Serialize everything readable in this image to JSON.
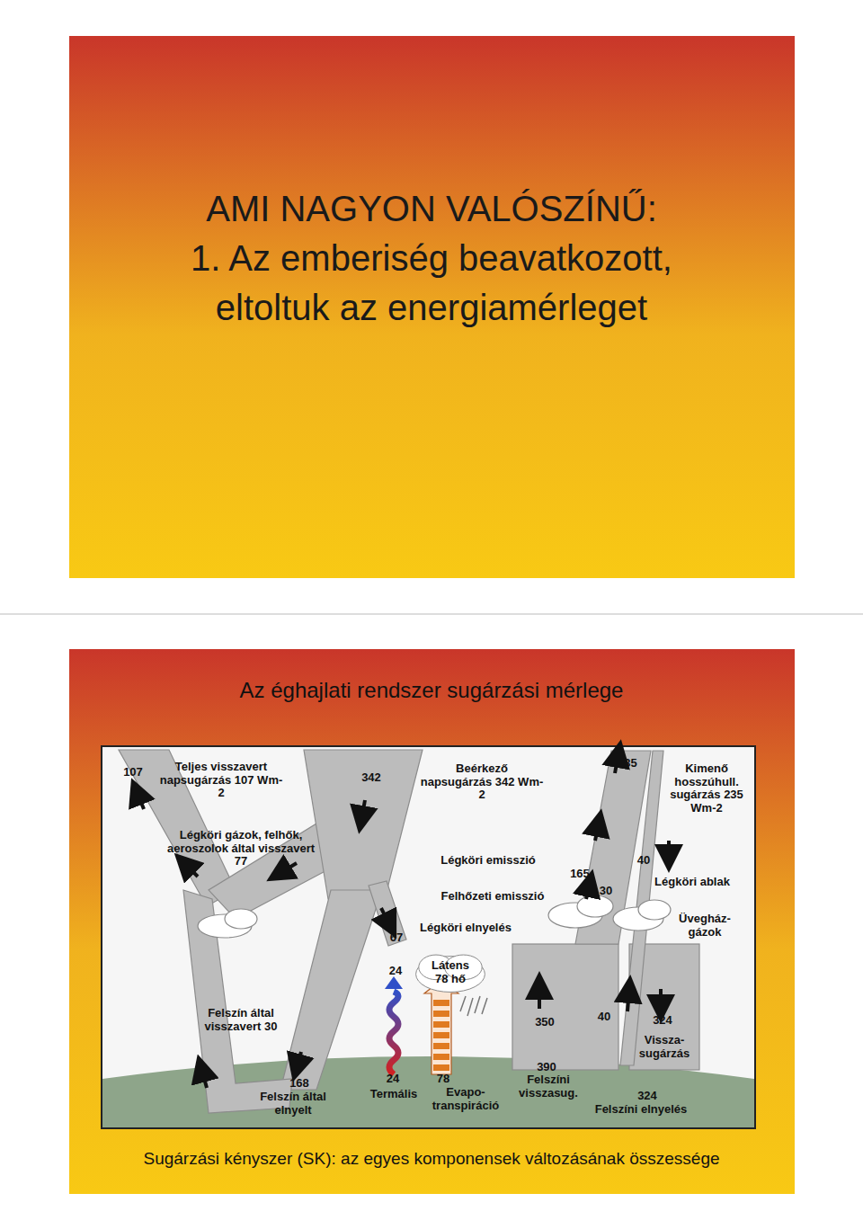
{
  "diagram": {
    "title": "Az éghajlati rendszer sugárzási mérlege",
    "caption": "Sugárzási kényszer (SK): az egyes komponensek változásának összessége",
    "nodes": [
      {
        "text": [
          "Látens 78 hő"
        ]
      }
    ],
    "labels": [
      "AMI NAGYON VALÓSZÍNŰ:",
      "1. Az emberiség beavatkozott,",
      "eltoltuk az energiamérleget",
      "107",
      "Teljes visszavert napsugárzás 107 Wm-2",
      "342",
      "Beérkező napsugárzás 342 Wm-2",
      "235",
      "Kimenő hosszúhull. sugárzás 235 Wm-2",
      "Légköri gázok, felhők, aeroszolok által visszavert 77",
      "Légköri emisszió",
      "165",
      "40",
      "Légköri ablak",
      "30",
      "Felhőzeti emisszió",
      "Légköri elnyelés",
      "Üvegház-gázok",
      "67",
      "24",
      "350",
      "40",
      "324",
      "Vissza-sugárzás",
      "Felszín által visszavert 30",
      "168",
      "Felszín által elnyelt",
      "24",
      "Termális",
      "78",
      "Evapo-transpiráció",
      "390",
      "Felszíni visszasug.",
      "324",
      "Felszíni elnyelés"
    ]
  }
}
